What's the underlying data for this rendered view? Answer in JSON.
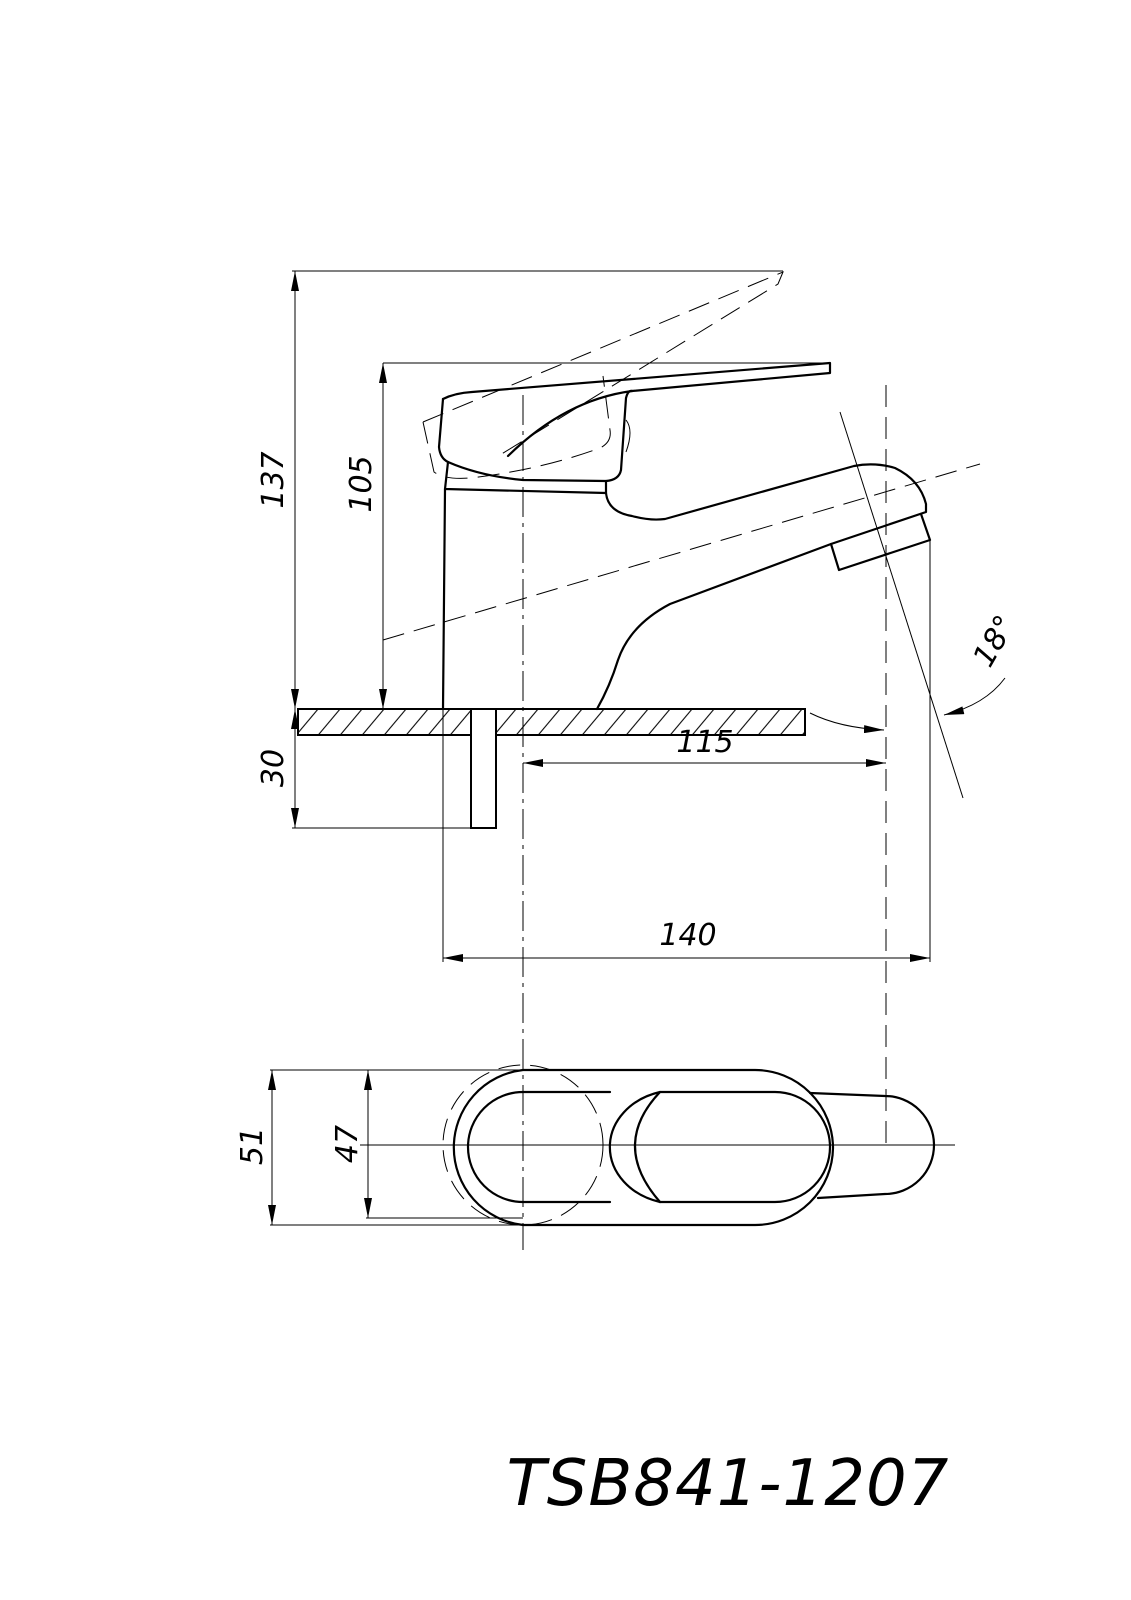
{
  "drawing": {
    "model_code": "TSB841-1207",
    "dimensions": {
      "total_height": "137",
      "spout_height": "105",
      "mount_thickness": "30",
      "spout_reach": "115",
      "overall_length": "140",
      "spout_angle": "18°",
      "base_width": "51",
      "body_width": "47"
    }
  }
}
